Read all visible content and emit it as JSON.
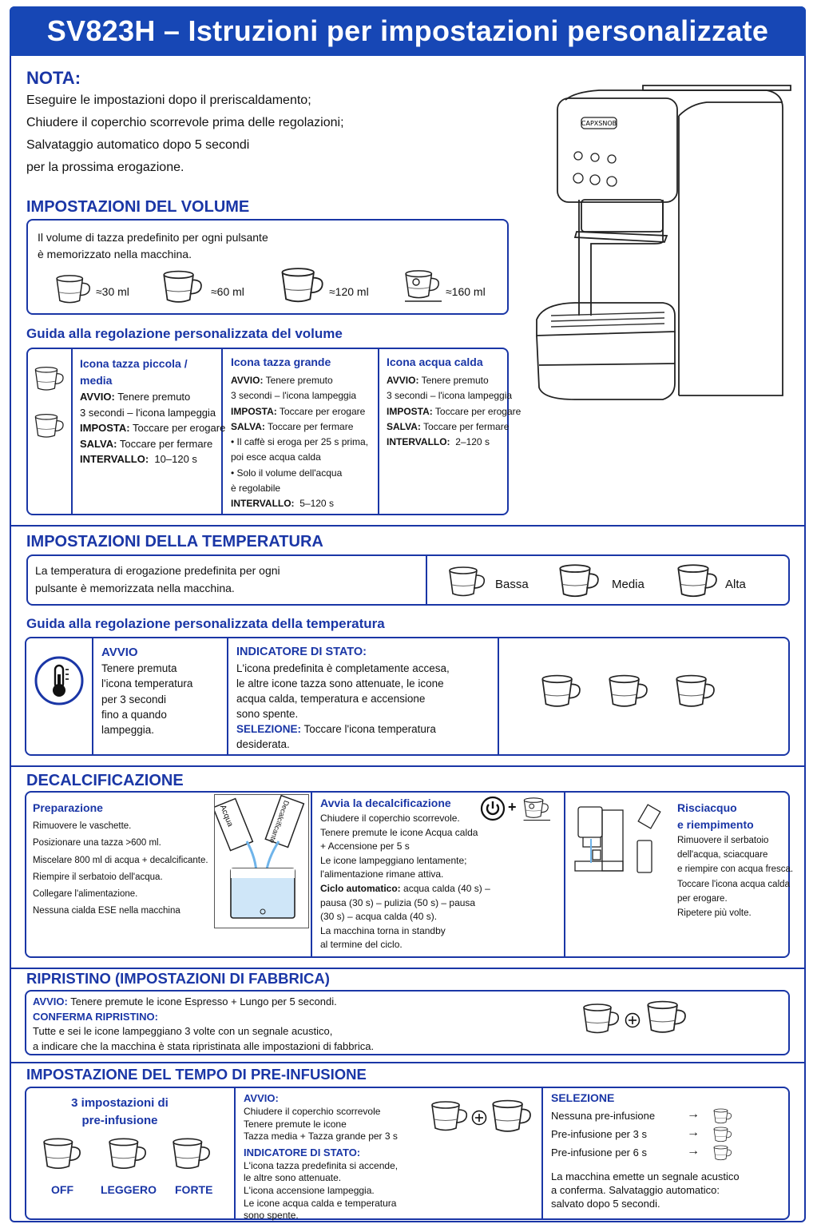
{
  "title": "SV823H – Istruzioni per impostazioni personalizzate",
  "nota": {
    "heading": "NOTA:",
    "lines": [
      "Eseguire le impostazioni dopo il preriscaldamento;",
      "Chiudere il coperchio scorrevole prima delle regolazioni;",
      "Salvataggio automatico dopo 5 secondi",
      "per la prossima erogazione."
    ]
  },
  "machine": {
    "brand": "CAPXSNOB"
  },
  "volume": {
    "heading": "IMPOSTAZIONI DEL VOLUME",
    "desc": [
      "Il volume di tazza predefinito per ogni pulsante",
      "è memorizzato nella macchina."
    ],
    "cups": [
      "≈30 ml",
      "≈60 ml",
      "≈120 ml",
      "≈160 ml"
    ],
    "guide_heading": "Guida alla regolazione personalizzata del volume",
    "col1": {
      "title": [
        "Icona tazza piccola /",
        "media"
      ],
      "avvio_label": "AVVIO:",
      "avvio": "Tenere premuto",
      "line2": "3 secondi – l'icona lampeggia",
      "imposta_label": "IMPOSTA:",
      "imposta": "Toccare per erogare",
      "salva_label": "SALVA:",
      "salva": "Toccare per fermare",
      "intervallo_label": "INTERVALLO:",
      "intervallo": "10–120 s"
    },
    "col2": {
      "title": "Icona tazza grande",
      "avvio_label": "AVVIO:",
      "avvio": "Tenere premuto",
      "line2": "3 secondi – l'icona lampeggia",
      "imposta_label": "IMPOSTA:",
      "imposta": "Toccare per erogare",
      "salva_label": "SALVA:",
      "salva": "Toccare per fermare",
      "notes": [
        "• Il caffè si eroga per 25 s prima,",
        "poi esce acqua calda",
        "• Solo il volume dell'acqua",
        "è regolabile"
      ],
      "intervallo_label": "INTERVALLO:",
      "intervallo": "5–120 s"
    },
    "col3": {
      "title": "Icona acqua calda",
      "avvio_label": "AVVIO:",
      "avvio": "Tenere premuto",
      "line2": "3 secondi – l'icona lampeggia",
      "imposta_label": "IMPOSTA:",
      "imposta": "Toccare per erogare",
      "salva_label": "SALVA:",
      "salva": "Toccare per fermare",
      "intervallo_label": "INTERVALLO:",
      "intervallo": "2–120 s"
    }
  },
  "temperature": {
    "heading": "IMPOSTAZIONI DELLA TEMPERATURA",
    "desc": [
      "La temperatura di erogazione predefinita per ogni",
      "pulsante è memorizzata nella macchina."
    ],
    "levels": [
      "Bassa",
      "Media",
      "Alta"
    ],
    "guide_heading": "Guida alla regolazione personalizzata della temperatura",
    "avvio_title": "AVVIO",
    "avvio_lines": [
      "Tenere premuta",
      "l'icona temperatura",
      "per 3 secondi",
      "fino a quando",
      "lampeggia."
    ],
    "indicator_title": "INDICATORE DI STATO:",
    "indicator_lines": [
      "L'icona predefinita è completamente accesa,",
      "le altre icone tazza sono attenuate, le icone",
      "acqua calda, temperatura e accensione",
      "sono spente."
    ],
    "selezione_label": "SELEZIONE:",
    "selezione": "Toccare l'icona temperatura",
    "selezione_2": "desiderata."
  },
  "descaling": {
    "heading": "DECALCIFICAZIONE",
    "prep_title": "Preparazione",
    "prep_lines": [
      "Rimuovere le vaschette.",
      "Posizionare una tazza >600 ml.",
      "Miscelare 800 ml di acqua + decalcificante.",
      "Riempire il serbatoio dell'acqua.",
      "Collegare l'alimentazione.",
      "Nessuna cialda ESE nella macchina"
    ],
    "bottle1": "Acqua",
    "bottle2": "Decalcificante",
    "start_title": "Avvia la decalcificazione",
    "start_lines": [
      "Chiudere il coperchio scorrevole.",
      "Tenere premute le icone Acqua calda",
      "+ Accensione per 5 s",
      "Le icone lampeggiano lentamente;",
      "l'alimentazione rimane attiva."
    ],
    "cycle_label": "Ciclo automatico:",
    "cycle_lines": [
      "acqua calda (40 s) –",
      "pausa (30 s) – pulizia (50 s) – pausa",
      "(30 s) – acqua calda (40 s)."
    ],
    "end_lines": [
      "La macchina torna in standby",
      "al termine del ciclo."
    ],
    "plus": "+",
    "rinse_title": [
      "Risciacquo",
      "e riempimento"
    ],
    "rinse_lines": [
      "Rimuovere il serbatoio",
      "dell'acqua, sciacquare",
      "e riempire con acqua fresca.",
      "Toccare l'icona acqua calda",
      "per erogare.",
      "Ripetere più volte."
    ]
  },
  "reset": {
    "heading": "RIPRISTINO (IMPOSTAZIONI DI FABBRICA)",
    "avvio_label": "AVVIO:",
    "avvio": "Tenere premute le icone Espresso + Lungo per 5 secondi.",
    "confirm_label": "CONFERMA RIPRISTINO:",
    "confirm_lines": [
      "Tutte e sei le icone lampeggiano 3 volte con un segnale acustico,",
      "a indicare che la macchina è stata ripristinata alle impostazioni di fabbrica."
    ]
  },
  "preinfusion": {
    "heading": "IMPOSTAZIONE DEL TEMPO DI PRE-INFUSIONE",
    "subtitle": [
      "3 impostazioni di",
      "pre-infusione"
    ],
    "options": [
      "OFF",
      "LEGGERO",
      "FORTE"
    ],
    "avvio_label": "AVVIO:",
    "avvio_lines": [
      "Chiudere il coperchio scorrevole",
      "Tenere premute le icone",
      "Tazza media + Tazza grande per 3 s"
    ],
    "indicator_label": "INDICATORE DI STATO:",
    "indicator_lines": [
      "L'icona tazza predefinita si accende,",
      "le altre sono attenuate.",
      "L'icona accensione lampeggia.",
      "Le icone acqua calda e temperatura",
      "sono spente."
    ],
    "selezione_label": "SELEZIONE",
    "selezione_items": [
      "Nessuna pre-infusione",
      "Pre-infusione per 3 s",
      "Pre-infusione per 6 s"
    ],
    "arrow": "→",
    "footer_lines": [
      "La macchina emette un segnale acustico",
      "a conferma. Salvataggio automatico:",
      "salvato dopo 5 secondi."
    ]
  }
}
